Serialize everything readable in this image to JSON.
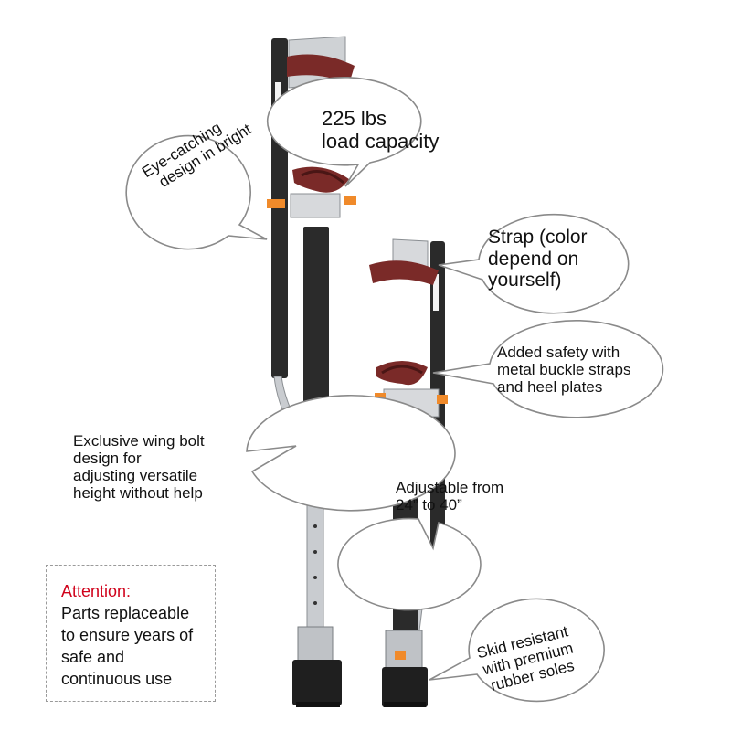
{
  "callouts": {
    "load_capacity": [
      "225 lbs",
      "load capacity"
    ],
    "eye_catching": [
      "Eye-catching",
      "design in bright"
    ],
    "strap": [
      "Strap (color",
      "depend on",
      "yourself)"
    ],
    "safety": [
      "Added safety with",
      "metal buckle straps",
      "and heel plates"
    ],
    "wing_bolt": [
      "Exclusive wing bolt",
      "design for",
      "adjusting versatile",
      "height without help"
    ],
    "adjustable": [
      "Adjustable from",
      "24” to 40”"
    ],
    "skid": [
      "Skid resistant",
      "with premium",
      "rubber soles"
    ]
  },
  "attention": {
    "title": "Attention:",
    "lines": [
      "Parts replaceable",
      "to ensure years of",
      "safe and",
      "continuous use"
    ]
  },
  "colors": {
    "pole": "#2b2b2b",
    "silver": "#c9ccd0",
    "strap": "#7a2a28",
    "attention_title": "#d0021b",
    "bubble_border": "#8a8a8a"
  },
  "icons": {
    "product": "drywall-stilts"
  }
}
